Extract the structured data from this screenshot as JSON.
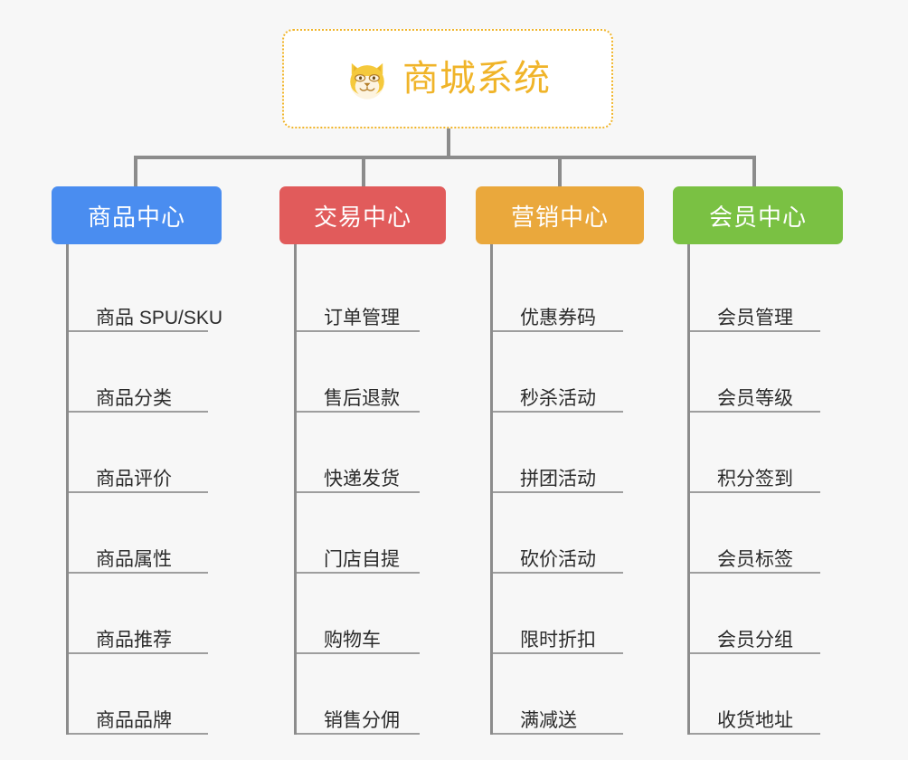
{
  "root": {
    "title": "商城系统",
    "icon": "shiba-dog-face-icon",
    "accent_color": "#f0b429",
    "border_style": "dotted"
  },
  "connector_color": "#8c8c8c",
  "background_color": "#f7f7f7",
  "branches": [
    {
      "label": "商品中心",
      "color": "#4a8df0",
      "items": [
        "商品 SPU/SKU",
        "商品分类",
        "商品评价",
        "商品属性",
        "商品推荐",
        "商品品牌"
      ]
    },
    {
      "label": "交易中心",
      "color": "#e15b5b",
      "items": [
        "订单管理",
        "售后退款",
        "快递发货",
        "门店自提",
        "购物车",
        "销售分佣"
      ]
    },
    {
      "label": "营销中心",
      "color": "#eaa83c",
      "items": [
        "优惠券码",
        "秒杀活动",
        "拼团活动",
        "砍价活动",
        "限时折扣",
        "满减送"
      ]
    },
    {
      "label": "会员中心",
      "color": "#7ac143",
      "items": [
        "会员管理",
        "会员等级",
        "积分签到",
        "会员标签",
        "会员分组",
        "收货地址"
      ]
    }
  ]
}
